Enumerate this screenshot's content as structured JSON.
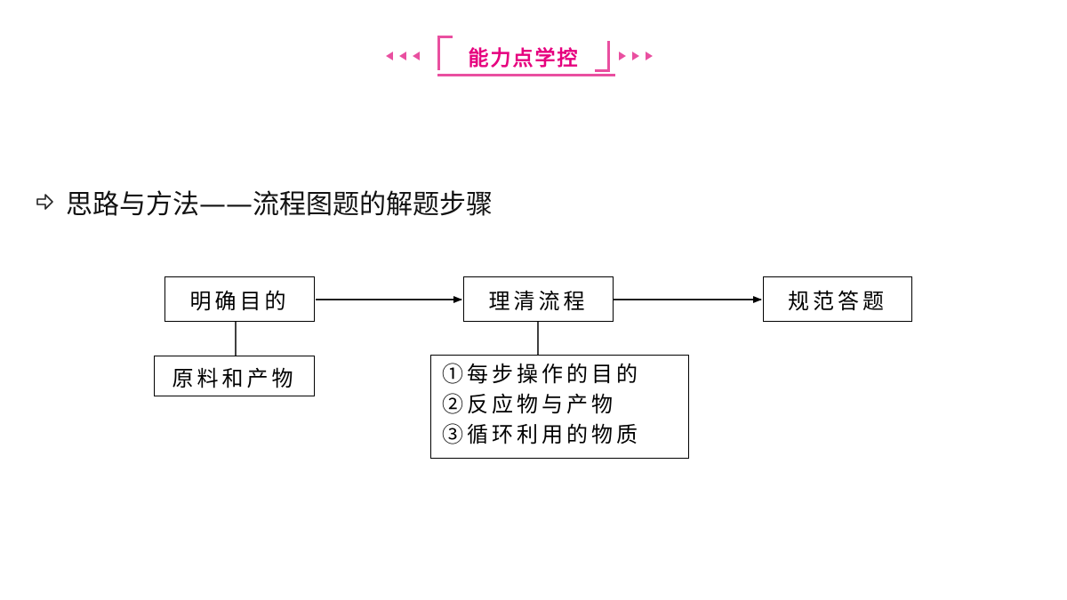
{
  "header": {
    "title": "能力点学控",
    "accent_color": "#e94fa0",
    "decoration_left": "triangle-left-icons",
    "decoration_right": "triangle-right-icons"
  },
  "heading": {
    "icon": "arrow-outline-right-icon",
    "text": "思路与方法——流程图题的解题步骤"
  },
  "diagram": {
    "steps": [
      {
        "label": "明确目的",
        "detail": [
          "原料和产物"
        ]
      },
      {
        "label": "理清流程",
        "detail": [
          "①每步操作的目的",
          "②反应物与产物",
          "③循环利用的物质"
        ]
      },
      {
        "label": "规范答题"
      }
    ]
  }
}
